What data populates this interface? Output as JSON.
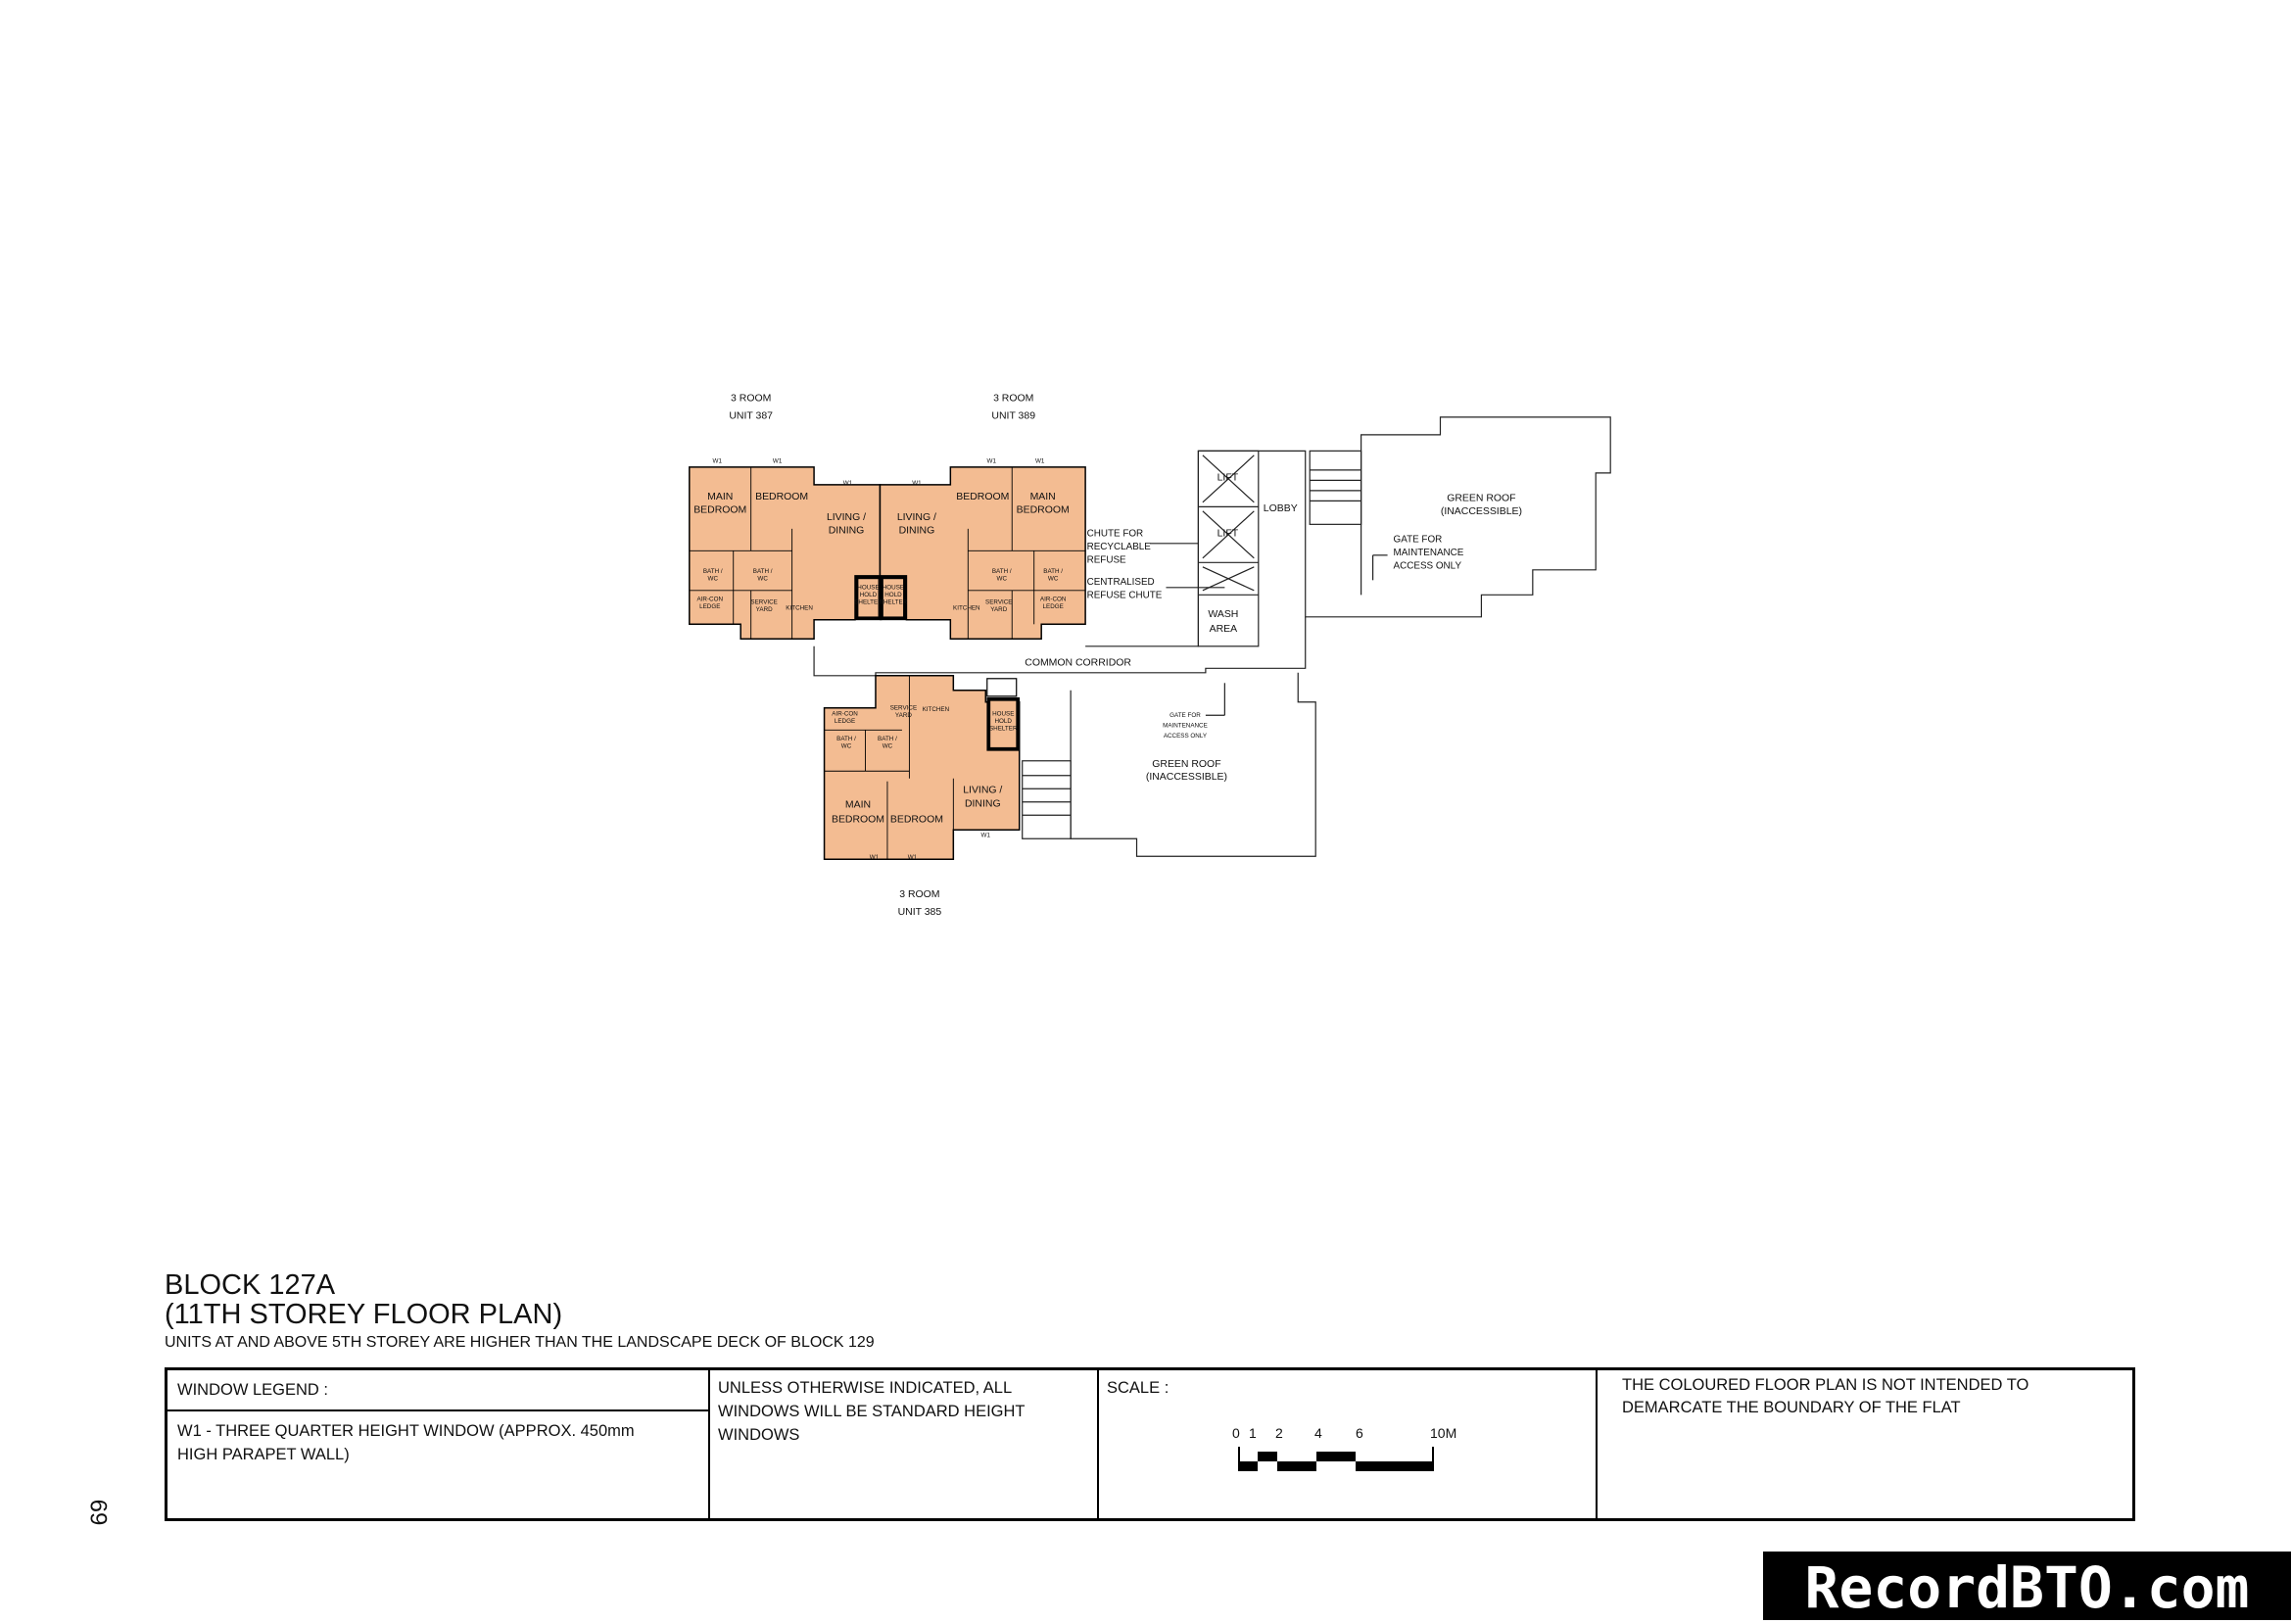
{
  "units": [
    {
      "type": "3 ROOM",
      "unit": "UNIT 387"
    },
    {
      "type": "3 ROOM",
      "unit": "UNIT 389"
    },
    {
      "type": "3 ROOM",
      "unit": "UNIT 385"
    }
  ],
  "rooms": {
    "main_bedroom_1": "MAIN",
    "main_bedroom_2": "BEDROOM",
    "bedroom": "BEDROOM",
    "living_1": "LIVING /",
    "living_2": "DINING",
    "kitchen": "KITCHEN",
    "bath": "BATH /",
    "wc": "WC",
    "aircon_1": "AIR-CON",
    "aircon_2": "LEDGE",
    "service_1": "SERVICE",
    "service_2": "YARD",
    "shelter_1": "HOUSE",
    "shelter_2": "HOLD",
    "shelter_3": "SHELTER",
    "window": "W1"
  },
  "common": {
    "lift": "LIFT",
    "lobby": "LOBBY",
    "wash_1": "WASH",
    "wash_2": "AREA",
    "chute_1": "CHUTE FOR",
    "chute_2": "RECYCLABLE",
    "chute_3": "REFUSE",
    "central_1": "CENTRALISED",
    "central_2": "REFUSE CHUTE",
    "green_1": "GREEN ROOF",
    "green_2": "(INACCESSIBLE)",
    "gate_1": "GATE FOR",
    "gate_2": "MAINTENANCE",
    "gate_3": "ACCESS ONLY",
    "corridor": "COMMON CORRIDOR"
  },
  "title": {
    "block": "BLOCK 127A",
    "storey": "(11TH STOREY FLOOR PLAN)",
    "note": "UNITS AT AND ABOVE 5TH STOREY ARE HIGHER THAN THE LANDSCAPE DECK OF BLOCK 129"
  },
  "legend": {
    "heading": "WINDOW LEGEND :",
    "w1": "W1 - THREE QUARTER HEIGHT WINDOW (APPROX. 450mm HIGH PARAPET WALL)",
    "standard": "UNLESS OTHERWISE INDICATED, ALL WINDOWS WILL BE STANDARD HEIGHT WINDOWS",
    "scale_label": "SCALE :",
    "scale_ticks": [
      "0",
      "1",
      "2",
      "4",
      "6",
      "10M"
    ],
    "disclaimer": "THE COLOURED FLOOR PLAN IS NOT INTENDED TO DEMARCATE THE BOUNDARY OF THE FLAT"
  },
  "page_number": "69",
  "watermark": "RecordBTO.com",
  "colors": {
    "unit_fill": "#f3bc92",
    "wall": "#000000"
  }
}
